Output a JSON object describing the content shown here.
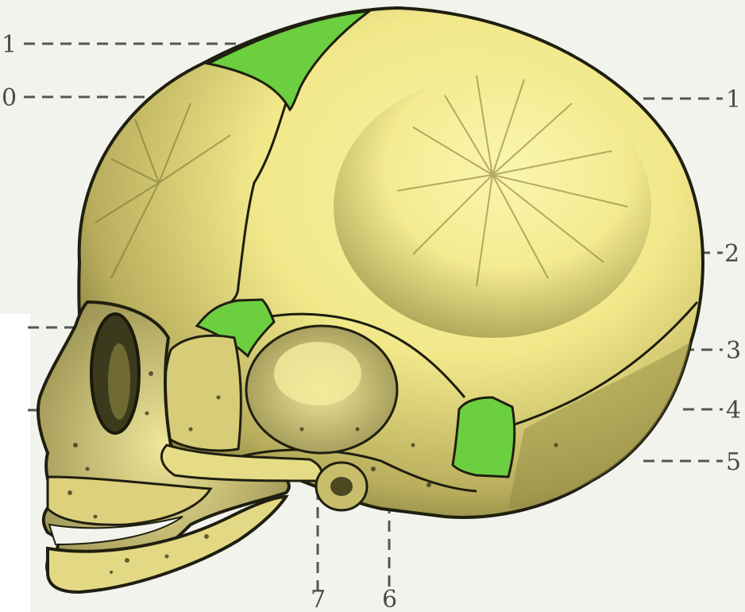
{
  "colors": {
    "bone": "#f3ec8e",
    "bone_shadow": "#8a8040",
    "fontanelle": "#6ccf3f",
    "outline": "#1f1f10",
    "page_tint": "#f3f3ee"
  },
  "labels": {
    "l11": "1",
    "l10": "0",
    "l1": "1",
    "l2": "2",
    "l3": "3",
    "l4": "4",
    "l5": "5",
    "l6": "6",
    "l7": "7"
  }
}
